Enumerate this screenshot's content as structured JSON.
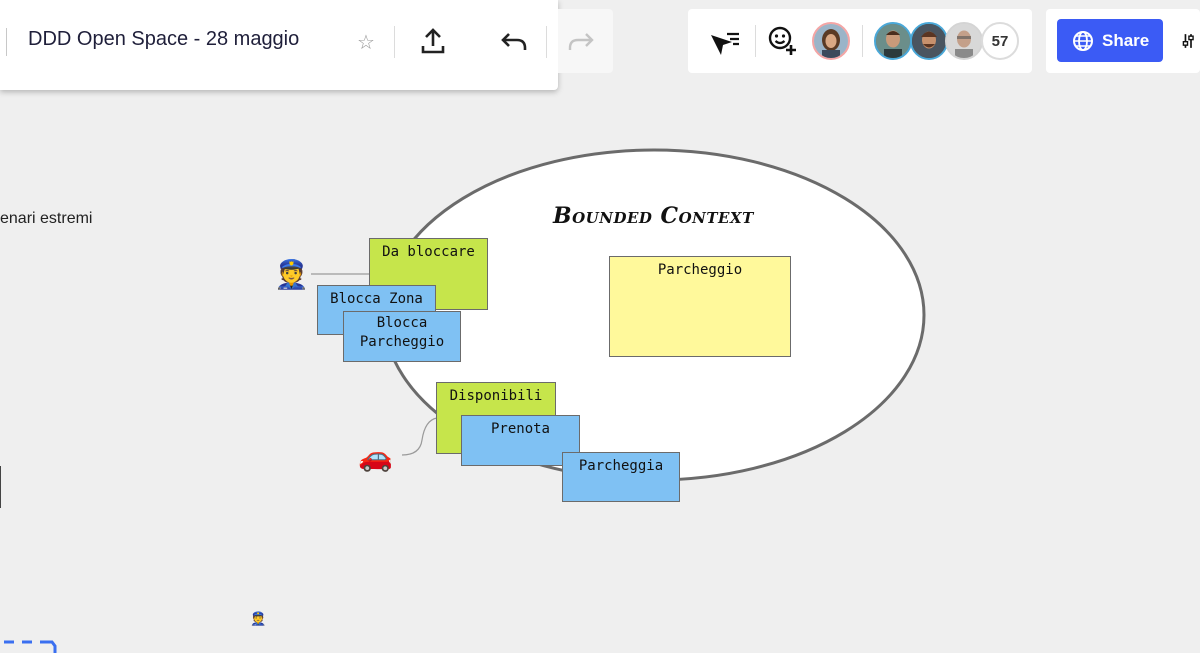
{
  "board": {
    "title": "DDD Open Space - 28 maggio"
  },
  "toolbar": {
    "icons": [
      "star-icon",
      "upload-icon",
      "undo-icon",
      "redo-icon"
    ]
  },
  "collab": {
    "icons": [
      "cursor-icon",
      "add-reaction-icon"
    ],
    "participant_count": "57",
    "share_label": "Share",
    "share_icon": "globe-icon",
    "accent": "#3b5bf5"
  },
  "canvas": {
    "frame_text": "enari estremi",
    "bounded_context_title": "Bounded Context",
    "stickies": {
      "da_bloccare": "Da bloccare",
      "blocca_zona": "Blocca Zona",
      "blocca_parcheggio": "Blocca Parcheggio",
      "parcheggio_yellow": "Parcheggio",
      "disponibili": "Disponibili",
      "prenota": "Prenota",
      "parcheggia": "Parcheggia"
    },
    "emojis": {
      "police": "👮",
      "car": "🚗",
      "police_small": "👮"
    },
    "colors": {
      "green": "#c6e54b",
      "blue": "#7fc1f3",
      "yellow": "#fff99b"
    }
  }
}
